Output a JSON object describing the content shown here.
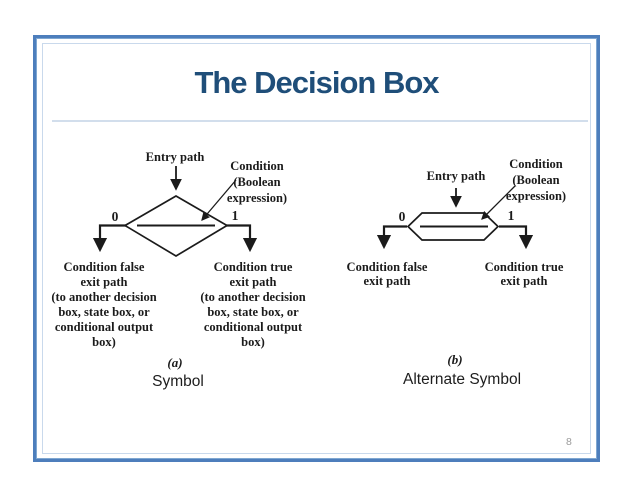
{
  "slide": {
    "title": "The Decision Box",
    "page_number": "8",
    "colors": {
      "title_text": "#1F4E79",
      "outer_border": "#4D7EBC",
      "inner_border": "#C9D9EC",
      "title_rule": "#D2DEEC",
      "figure_ink": "#1B1B1B",
      "page_number": "#9A9A9A"
    }
  },
  "figure_a": {
    "entry_label": "Entry path",
    "condition_lines": [
      "Condition",
      "(Boolean",
      "expression)"
    ],
    "false_branch_value": "0",
    "true_branch_value": "1",
    "false_exit_lines": [
      "Condition false",
      "exit path",
      "(to another decision",
      "box, state box, or",
      "conditional output",
      "box)"
    ],
    "true_exit_lines": [
      "Condition true",
      "exit path",
      "(to another decision",
      "box, state box, or",
      "conditional output",
      "box)"
    ],
    "caption_letter": "(a)",
    "caption": "Symbol"
  },
  "figure_b": {
    "entry_label": "Entry path",
    "condition_lines": [
      "Condition",
      "(Boolean",
      "expression)"
    ],
    "false_branch_value": "0",
    "true_branch_value": "1",
    "false_exit_lines": [
      "Condition false",
      "exit path"
    ],
    "true_exit_lines": [
      "Condition true",
      "exit path"
    ],
    "caption_letter": "(b)",
    "caption": "Alternate Symbol"
  }
}
